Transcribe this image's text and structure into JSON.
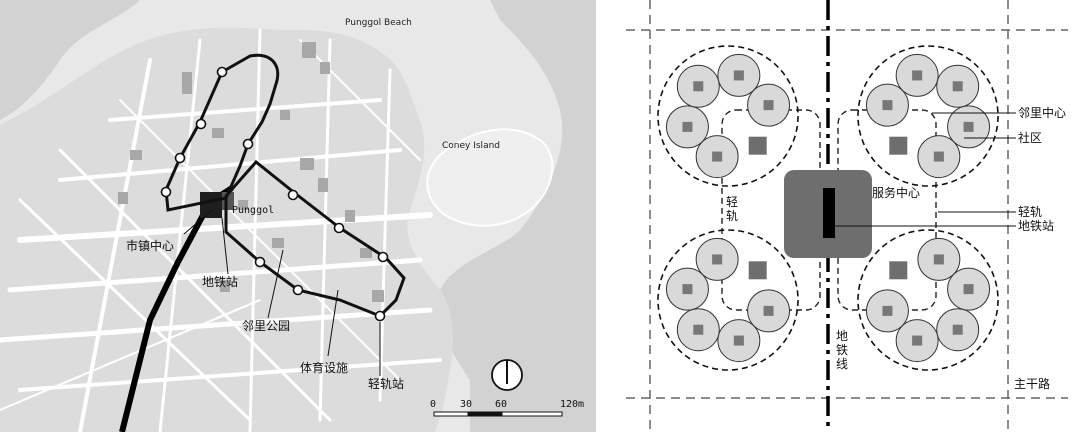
{
  "map": {
    "place_labels": {
      "punggol_beach": "Punggol Beach",
      "coney_island": "Coney Island",
      "punggol": "Punggol"
    },
    "annotations": {
      "town_center": "市镇中心",
      "metro_station": "地铁站",
      "neighborhood_park": "邻里公园",
      "sports_facilities": "体育设施",
      "lrt_station": "轻轨站"
    },
    "scale_bar": {
      "ticks": [
        "0",
        "30",
        "60",
        "120m"
      ]
    },
    "colors": {
      "water": "#d6d6d6",
      "road": "#ffffff",
      "metro_line": "#000000",
      "lrt_loop": "#111111"
    }
  },
  "diagram": {
    "legend": {
      "neighborhood_center": "邻里中心",
      "community": "社区",
      "lrt": "轻轨",
      "metro_station": "地铁站",
      "trunk_road": "主干路"
    },
    "labels": {
      "service_center": "服务中心",
      "lrt_vertical": [
        "轻",
        "轨"
      ],
      "metro_line_vertical": [
        "地",
        "铁",
        "线"
      ]
    },
    "colors": {
      "service_center": "#6e6e6e",
      "community_fill": "#d9d9d9",
      "community_core": "#777777",
      "neighborhood_center": "#6e6e6e"
    }
  }
}
